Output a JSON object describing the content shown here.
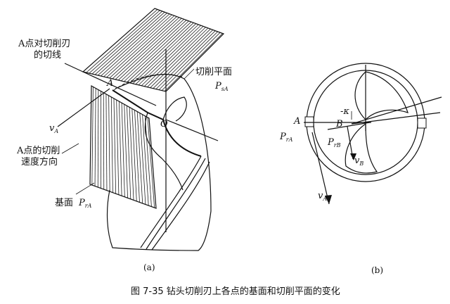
{
  "figure_a": {
    "label_tangent": "A点对切削刃",
    "label_tangent_2": "的切线",
    "label_cutting_plane": "切削平面",
    "label_P_sA_main": "P",
    "label_P_sA_sub": "sA",
    "label_v_A_main": "v",
    "label_v_A_sub": "A",
    "label_velocity_1": "A点的切削",
    "label_velocity_2": "速度方向",
    "label_base_plane": "基面",
    "label_P_rA_main": "P",
    "label_P_rA_sub": "rA",
    "label_A": "A",
    "label_O": "O",
    "caption": "(a)"
  },
  "figure_b": {
    "label_A": "A",
    "label_B": "B",
    "label_kappa": "-κ",
    "label_P_rA_main": "P",
    "label_P_rA_sub": "rA",
    "label_P_rB_main": "P",
    "label_P_rB_sub": "rB",
    "label_v_B_main": "v",
    "label_v_B_sub": "B",
    "label_v_A_main": "v",
    "label_v_A_sub": "A",
    "caption": "(b)"
  },
  "figure_caption": "图 7-35   钻头切削刃上各点的基面和切削平面的变化"
}
